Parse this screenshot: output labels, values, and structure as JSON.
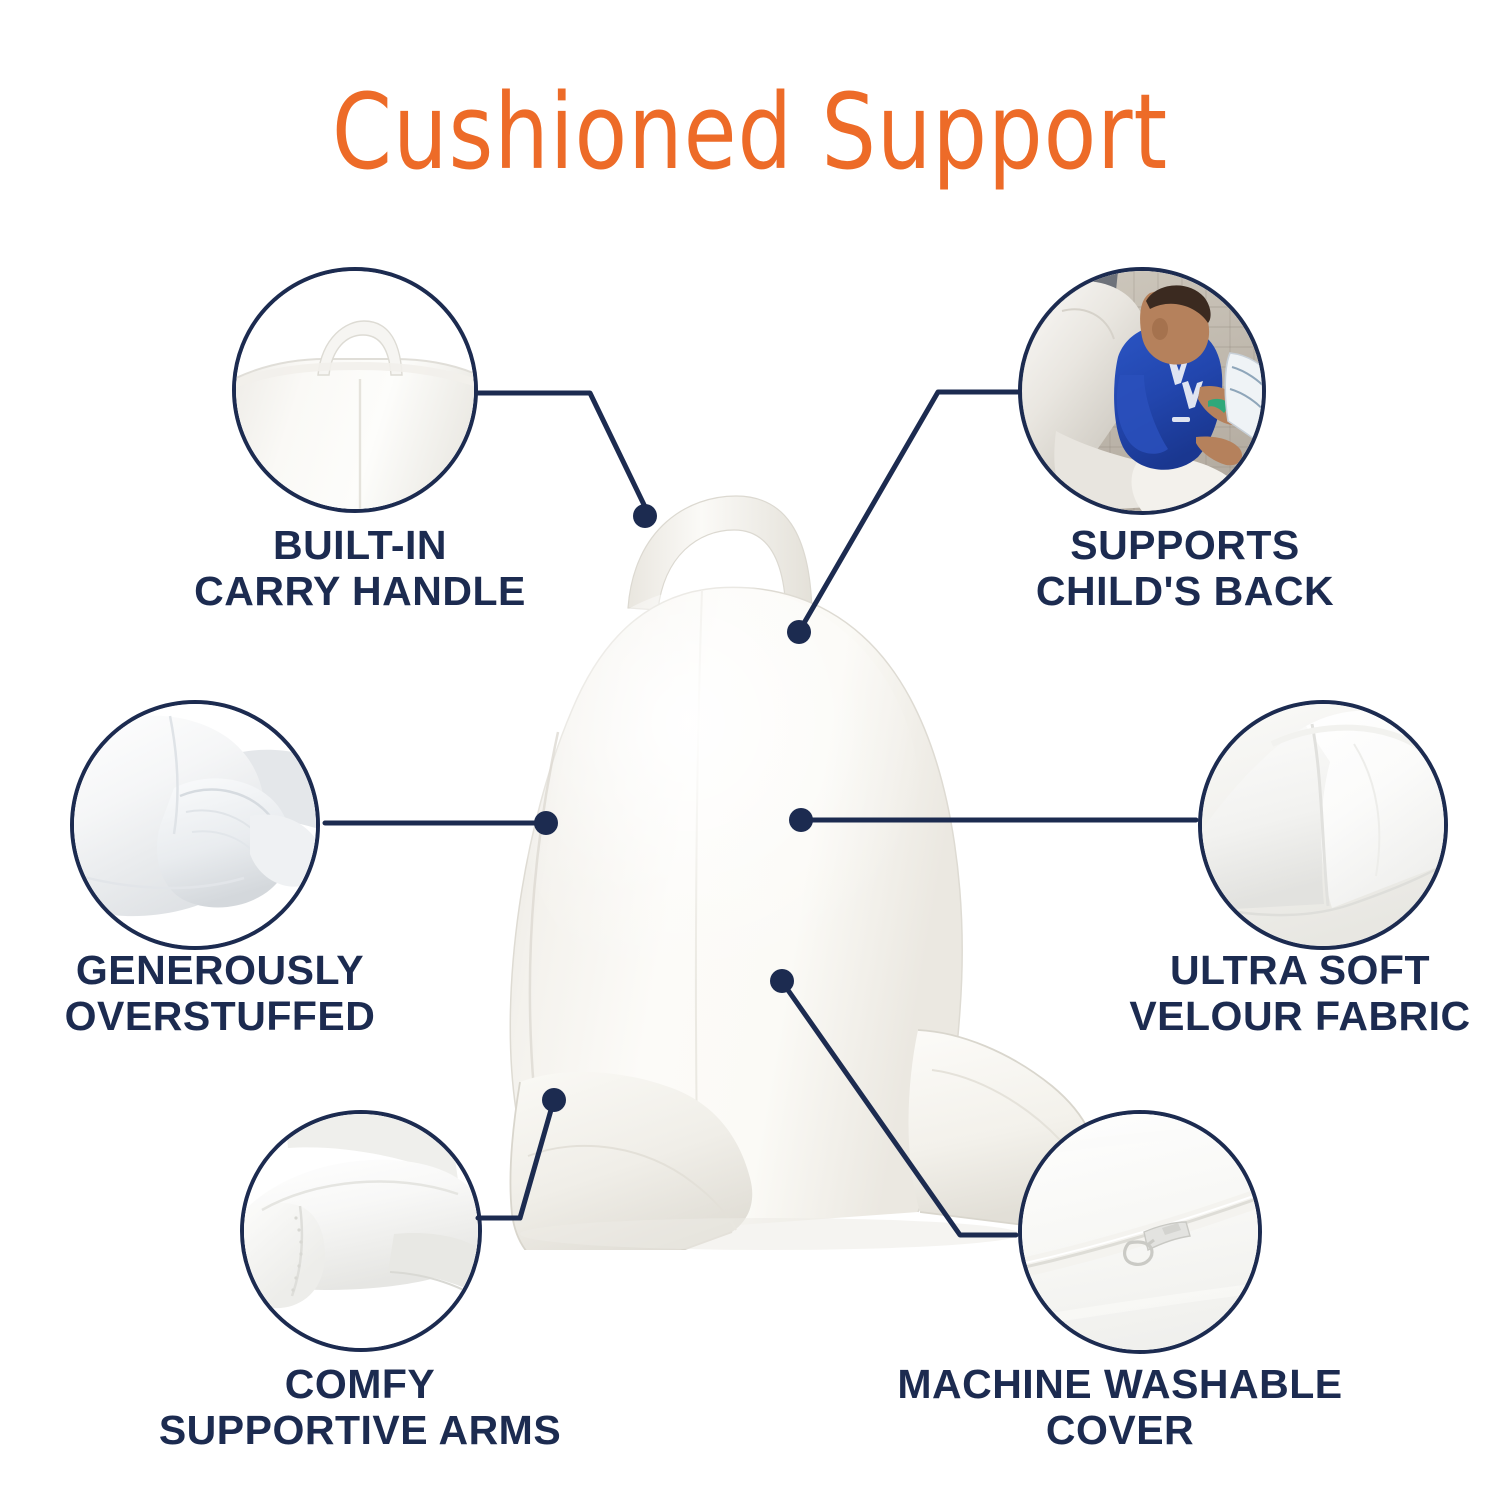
{
  "header": {
    "title": "Cushioned Support",
    "title_color": "#ED6B28"
  },
  "theme": {
    "navy": "#1C2B50",
    "orange": "#ED6B28",
    "background": "#FFFFFF",
    "pillow_white": "#FAFAF8"
  },
  "product": {
    "name": "backrest-reading-pillow",
    "description": "White velour backrest pillow with armrests and top carry handle"
  },
  "features": [
    {
      "id": "built-in-carry-handle",
      "label": "BUILT-IN\nCARRY HANDLE",
      "position": "top-left",
      "image_name": "pillow-carry-handle-closeup"
    },
    {
      "id": "supports-childs-back",
      "label": "SUPPORTS\nCHILD'S BACK",
      "position": "top-right",
      "image_name": "child-reading-against-pillow-photo"
    },
    {
      "id": "generously-overstuffed",
      "label": "GENEROUSLY\nOVERSTUFFED",
      "position": "middle-left",
      "image_name": "overstuffed-pillow-arm-closeup"
    },
    {
      "id": "ultra-soft-velour-fabric",
      "label": "ULTRA SOFT\nVELOUR FABRIC",
      "position": "middle-right",
      "image_name": "velour-fabric-corner-closeup"
    },
    {
      "id": "comfy-supportive-arms",
      "label": "COMFY\nSUPPORTIVE ARMS",
      "position": "bottom-left",
      "image_name": "supportive-arm-closeup"
    },
    {
      "id": "machine-washable-cover",
      "label": "MACHINE WASHABLE\nCOVER",
      "position": "bottom-right",
      "image_name": "zipper-cover-closeup"
    }
  ]
}
